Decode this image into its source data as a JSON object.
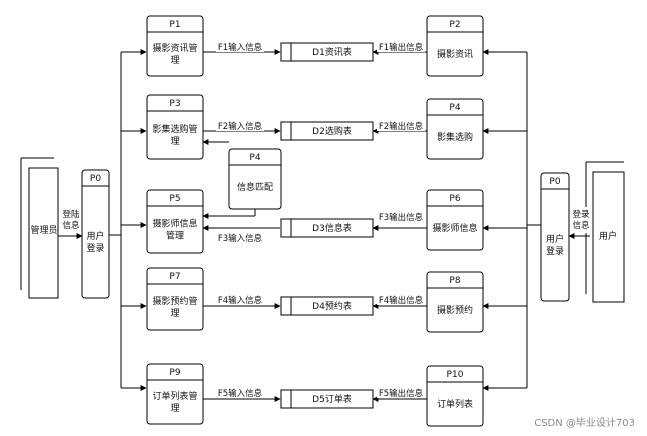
{
  "processes": [
    {
      "key": "p1",
      "id": "P1",
      "lines": [
        "摄影资讯管",
        "理"
      ]
    },
    {
      "key": "p2",
      "id": "P2",
      "lines": [
        "摄影资讯"
      ]
    },
    {
      "key": "p3",
      "id": "P3",
      "lines": [
        "影集选购管",
        "理"
      ]
    },
    {
      "key": "p4",
      "id": "P4",
      "lines": [
        "影集选购"
      ]
    },
    {
      "key": "p4m",
      "id": "P4",
      "lines": [
        "信息匹配"
      ]
    },
    {
      "key": "p5",
      "id": "P5",
      "lines": [
        "摄影师信息",
        "管理"
      ]
    },
    {
      "key": "p6",
      "id": "P6",
      "lines": [
        "摄影师信息"
      ]
    },
    {
      "key": "p7",
      "id": "P7",
      "lines": [
        "摄影预约管",
        "理"
      ]
    },
    {
      "key": "p8",
      "id": "P8",
      "lines": [
        "摄影预约"
      ]
    },
    {
      "key": "p9",
      "id": "P9",
      "lines": [
        "订单列表管",
        "理"
      ]
    },
    {
      "key": "p10",
      "id": "P10",
      "lines": [
        "订单列表"
      ]
    },
    {
      "key": "p0l",
      "id": "P0",
      "lines": [
        "用户",
        "登录"
      ]
    },
    {
      "key": "p0r",
      "id": "P0",
      "lines": [
        "用户",
        "登录"
      ]
    }
  ],
  "entities": [
    {
      "key": "admin",
      "label": "管理员"
    },
    {
      "key": "user",
      "label": "用户"
    }
  ],
  "stores": [
    {
      "key": "d1",
      "label": "D1资讯表"
    },
    {
      "key": "d2",
      "label": "D2选购表"
    },
    {
      "key": "d3",
      "label": "D3信息表"
    },
    {
      "key": "d4",
      "label": "D4预约表"
    },
    {
      "key": "d5",
      "label": "D5订单表"
    }
  ],
  "flows": [
    {
      "key": "f1i",
      "label": "F1输入信息"
    },
    {
      "key": "f1o",
      "label": "F1输出信息"
    },
    {
      "key": "f2i",
      "label": "F2输入信息"
    },
    {
      "key": "f2o",
      "label": "F2输出信息"
    },
    {
      "key": "f3i",
      "label": "F3输入信息"
    },
    {
      "key": "f3o",
      "label": "F3输出信息"
    },
    {
      "key": "f4i",
      "label": "F4输入信息"
    },
    {
      "key": "f4o",
      "label": "F4输出信息"
    },
    {
      "key": "f5i",
      "label": "F5输入信息"
    },
    {
      "key": "f5o",
      "label": "F5输出信息"
    },
    {
      "key": "login_left",
      "label": "登陆信息"
    },
    {
      "key": "login_right",
      "label": "登录信息"
    }
  ],
  "watermark": "CSDN @毕业设计703"
}
